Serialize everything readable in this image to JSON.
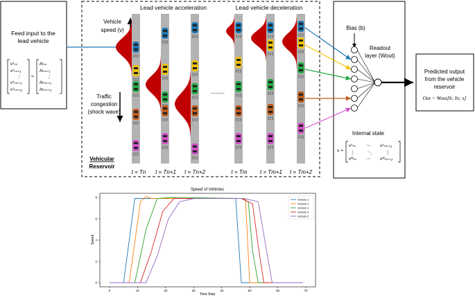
{
  "left_box": {
    "title_line1": "Feed input to the",
    "title_line2": "lead vehicle"
  },
  "reservoir": {
    "accel_label": "Lead vehicle acceleration",
    "decel_label": "Lead vehicle deceleration",
    "speed_label_line1": "Vehicle",
    "speed_label_line2": "speed (v)",
    "congestion_line1": "Traffic",
    "congestion_line2": "congestion",
    "congestion_line3": "(shock wave)",
    "reservoir_line1": "Vehicular",
    "reservoir_line2": "Reservoir",
    "dots": "........",
    "time_labels": [
      "t = Tn",
      "t = Tn+1",
      "t = Tn+2",
      "t = Tm",
      "t = Tm+1",
      "t = Tm+2"
    ]
  },
  "readout": {
    "bias_label": "Bias (b)",
    "readout_line1": "Readout",
    "readout_line2": "layer (Wout)",
    "internal_state_label": "Internal state",
    "state_equation": "s ="
  },
  "output_box": {
    "line1": "Predicted output",
    "line2": "from the vehicle",
    "line3": "reservoir",
    "equation": "Out = Wout[b; In; s]"
  },
  "colors": {
    "blue": "#1f77b4",
    "yellow": "#f2c300",
    "green": "#22aa44",
    "orange": "#c25a1a",
    "pink": "#d04fc8",
    "red": "#c00000",
    "road": "#b3b3b3"
  },
  "chart_data": {
    "type": "line",
    "title": "Speed of Vehicles",
    "xlabel": "Time Step",
    "ylabel": "Speed",
    "xlim": [
      0,
      70
    ],
    "ylim": [
      0,
      8
    ],
    "x_ticks": [
      0,
      10,
      20,
      30,
      40,
      50,
      60,
      70
    ],
    "y_ticks": [
      0,
      2,
      4,
      6,
      8
    ],
    "legend_position": "top-right",
    "series": [
      {
        "name": "Vehicle 1",
        "color": "#1f77b4",
        "x": [
          0,
          5,
          9,
          45,
          47,
          69
        ],
        "y": [
          0,
          0,
          7.9,
          7.9,
          0,
          0
        ]
      },
      {
        "name": "Vehicle 2",
        "color": "#ff7f0e",
        "x": [
          0,
          7,
          11,
          13,
          15,
          47,
          48.5,
          50,
          69
        ],
        "y": [
          0,
          0,
          7.6,
          8.1,
          7.9,
          7.9,
          7.8,
          0,
          0
        ]
      },
      {
        "name": "Vehicle 3",
        "color": "#2ca02c",
        "x": [
          0,
          9,
          13,
          17,
          22,
          47,
          49.5,
          51,
          53,
          69
        ],
        "y": [
          0,
          0,
          5.0,
          7.9,
          8.0,
          7.9,
          7.6,
          3.0,
          0,
          0
        ]
      },
      {
        "name": "Vehicle 4",
        "color": "#d62728",
        "x": [
          0,
          11,
          15,
          19,
          23,
          27,
          47,
          51,
          53,
          55,
          69
        ],
        "y": [
          0,
          0,
          3.0,
          6.7,
          7.9,
          7.9,
          7.9,
          7.4,
          3.5,
          0,
          0
        ]
      },
      {
        "name": "Vehicle 5",
        "color": "#9467bd",
        "x": [
          0,
          13,
          17,
          21,
          25,
          30,
          48,
          53,
          56,
          58,
          69
        ],
        "y": [
          0,
          0,
          2.5,
          6.0,
          7.6,
          7.9,
          7.9,
          7.6,
          3.0,
          0,
          0
        ]
      }
    ]
  }
}
